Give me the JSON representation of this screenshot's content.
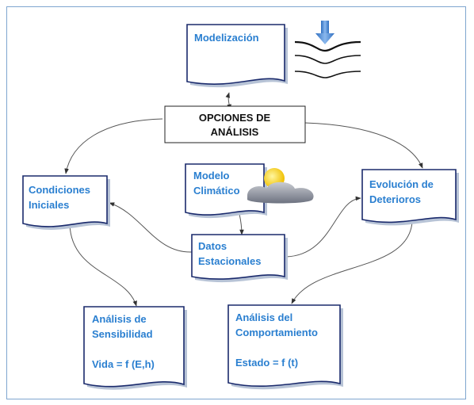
{
  "nodes": {
    "modelizacion": {
      "lines": [
        "Modelización"
      ]
    },
    "opciones": {
      "lines": [
        "OPCIONES DE",
        "ANÁLISIS"
      ]
    },
    "condiciones": {
      "lines": [
        "Condiciones",
        "Iniciales"
      ]
    },
    "modelo_climatico": {
      "lines": [
        "Modelo",
        "Climático"
      ]
    },
    "evolucion": {
      "lines": [
        "Evolución de",
        "Deterioros"
      ]
    },
    "datos": {
      "lines": [
        "Datos",
        "Estacionales"
      ]
    },
    "sensibilidad": {
      "lines": [
        "Análisis de",
        "Sensibilidad",
        "",
        "Vida = f (E,h)"
      ]
    },
    "comportamiento": {
      "lines": [
        "Análisis del",
        "Comportamiento",
        "",
        "Estado = f (t)"
      ]
    }
  },
  "icons": {
    "load": "pavement-load-icon",
    "weather": "sun-cloud-icon"
  },
  "colors": {
    "text_blue": "#2a7fd0",
    "doc_border": "#1a2a6c",
    "frame_border": "#7fa6cf",
    "arrow_blue": "#4a8fd8"
  }
}
